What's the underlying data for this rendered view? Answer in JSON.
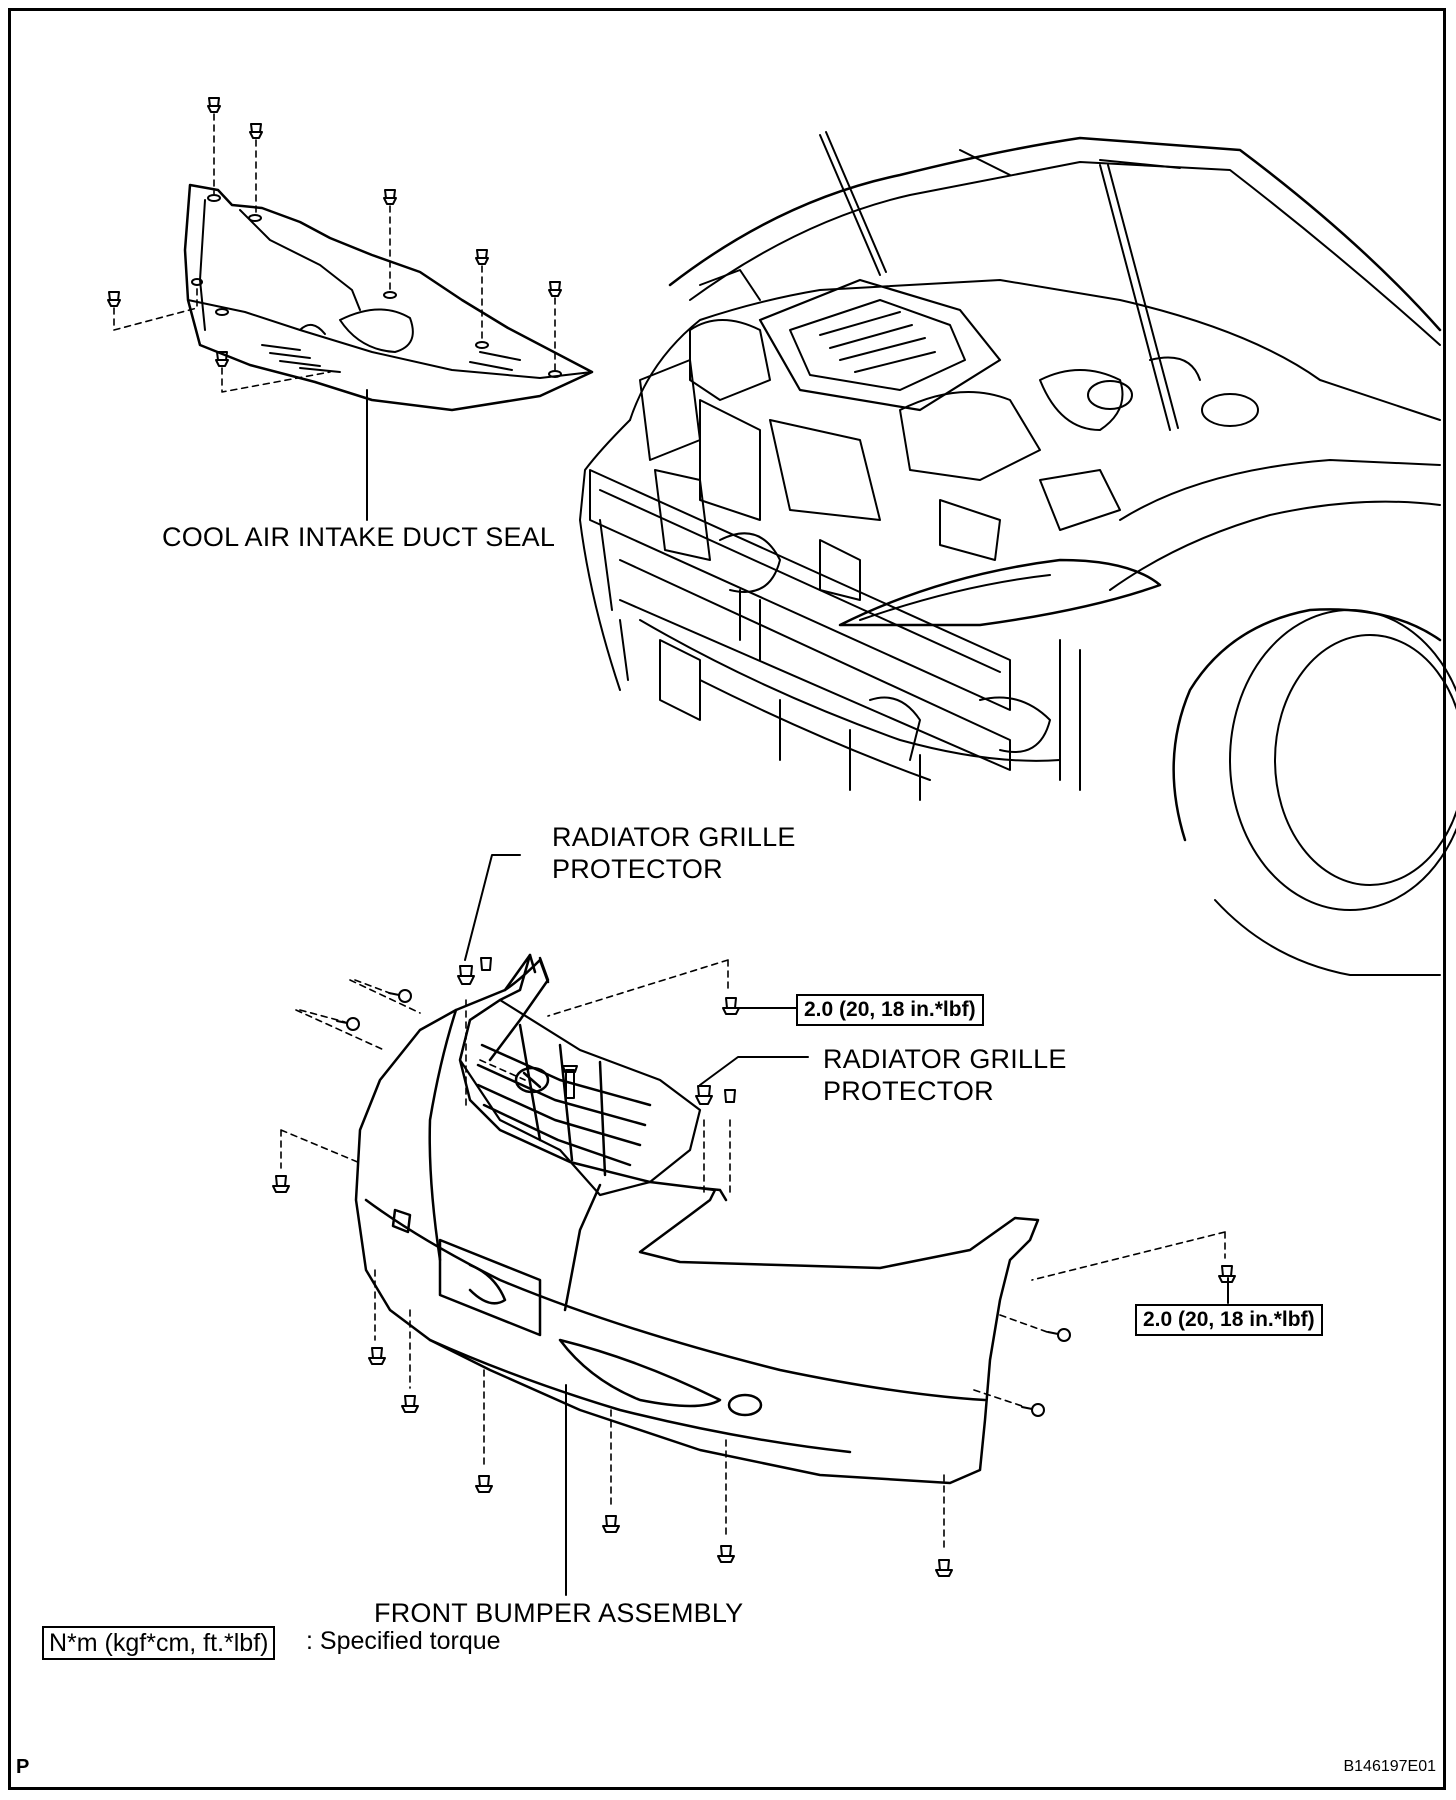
{
  "labels": {
    "cool_air_intake_duct_seal": "COOL AIR INTAKE DUCT SEAL",
    "radiator_grille_protector_1_line1": "RADIATOR GRILLE",
    "radiator_grille_protector_1_line2": "PROTECTOR",
    "radiator_grille_protector_2_line1": "RADIATOR GRILLE",
    "radiator_grille_protector_2_line2": "PROTECTOR",
    "front_bumper_assembly": "FRONT BUMPER ASSEMBLY"
  },
  "torque_specs": [
    "2.0 (20, 18 in.*lbf)",
    "2.0 (20, 18 in.*lbf)"
  ],
  "legend": {
    "unit_box": "N*m (kgf*cm, ft.*lbf)",
    "description": ": Specified torque"
  },
  "footer": {
    "corner_mark": "P",
    "figure_id": "B146197E01"
  }
}
